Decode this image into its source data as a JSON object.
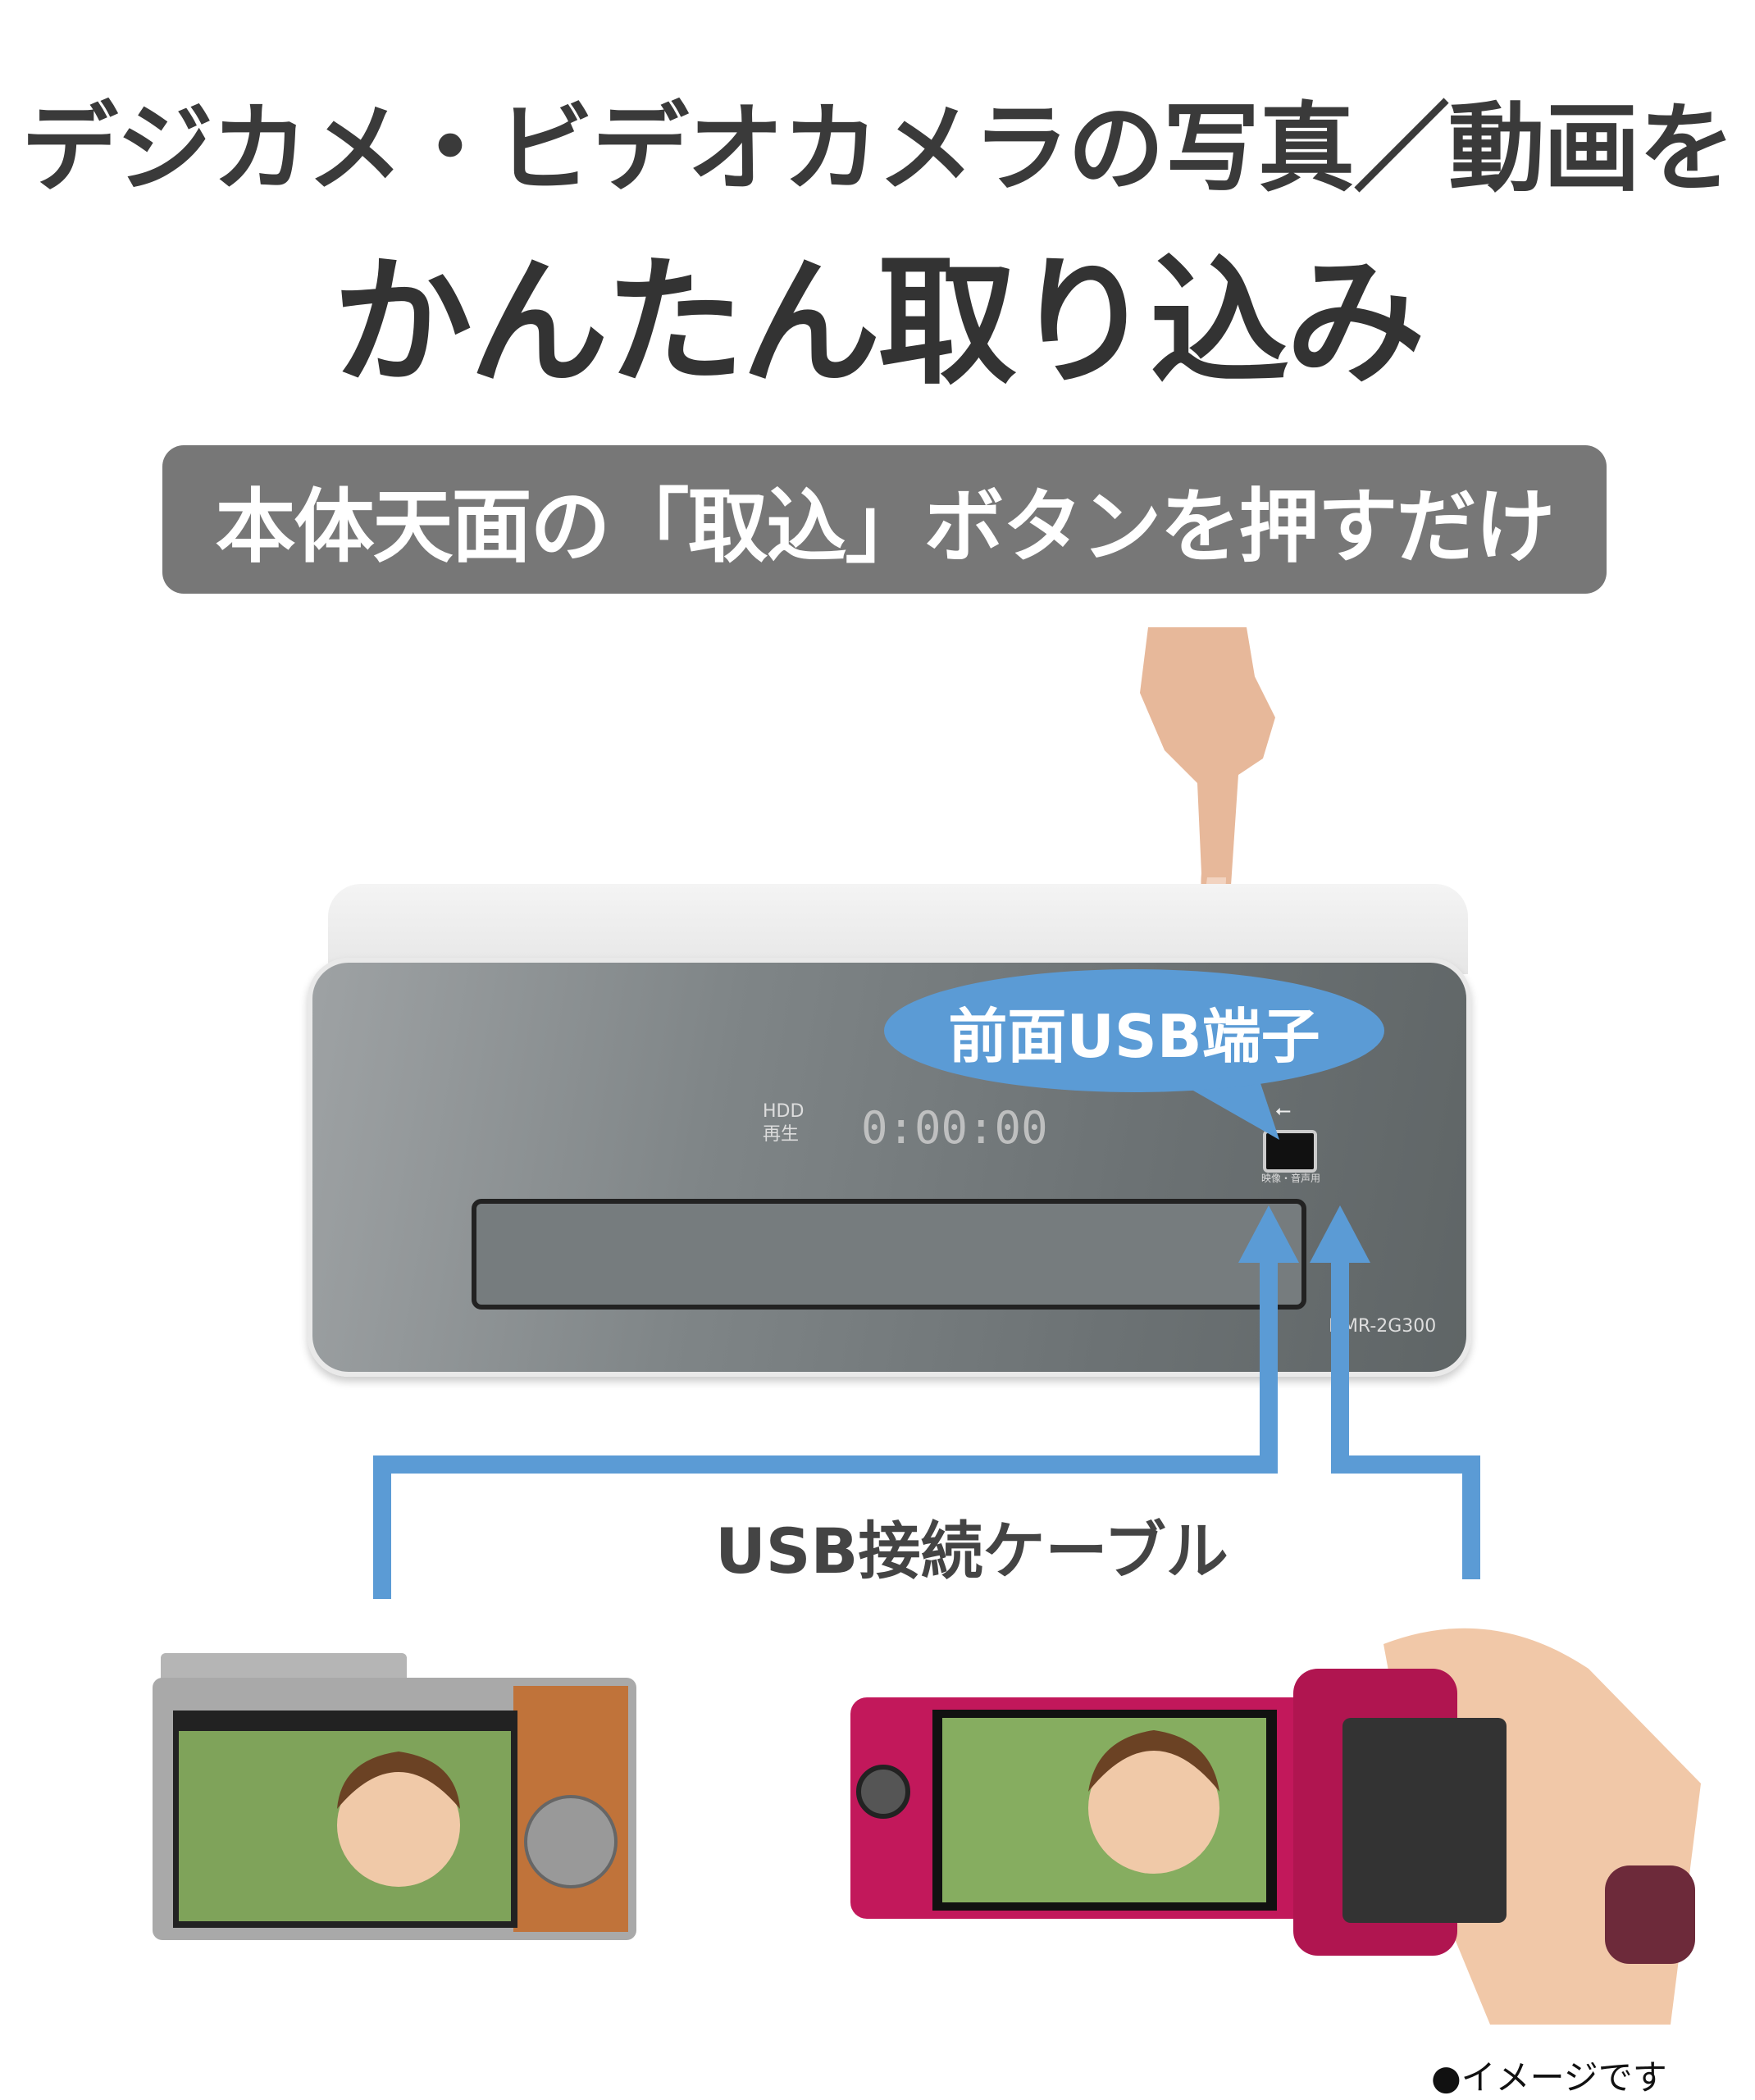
{
  "headline": {
    "line1": "デジカメ・ビデオカメラの写真／動画を",
    "line2": "かんたん取り込み"
  },
  "banner": {
    "text": "本体天面の「取込」ボタンを押すだけ"
  },
  "device": {
    "display_mode": "HDD\n再生",
    "display_time": "0:00:00",
    "model": "DMR-2G300",
    "usb_port_label": "映像・音声用"
  },
  "callout": {
    "text": "前面USB端子"
  },
  "cable": {
    "label": "USB接続ケーブル"
  },
  "footnote": "●イメージです",
  "colors": {
    "accent_blue": "#5b9bd5",
    "banner_gray": "#777777",
    "text_dark": "#3a3a3a"
  }
}
